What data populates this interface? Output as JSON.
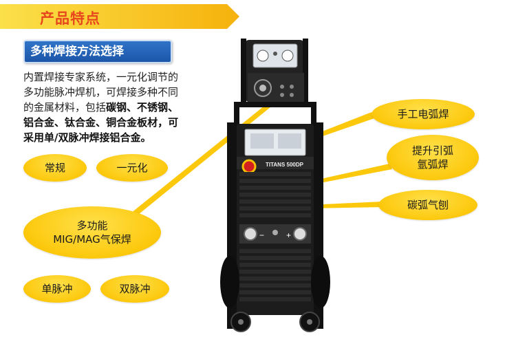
{
  "banner": {
    "title": "产品特点",
    "color": "#e8461c"
  },
  "subheading": {
    "text": "多种焊接方法选择"
  },
  "description": {
    "line1": "内置焊接专家系统，一元化调节的",
    "line2": "多功能脉冲焊机，可焊接多种不同",
    "line3_plain": "的金属材料，包括",
    "m1": "碳钢",
    "sep": "、",
    "m2": "不锈钢",
    "comma": "、",
    "m3": "铝合金",
    "m4": "钛合金",
    "m5": "铜合金板材",
    "tail": "，可",
    "line5": "采用单/双脉冲焊接铝合金。"
  },
  "features": {
    "regular": "常规",
    "unified": "一元化",
    "multi_line1": "多功能",
    "multi_line2": "MIG/MAG气保焊",
    "single_pulse": "单脉冲",
    "double_pulse": "双脉冲",
    "manual_arc": "手工电弧焊",
    "tig_line1": "提升引弧",
    "tig_line2": "氩弧焊",
    "carbon_arc": "碳弧气刨"
  },
  "machine": {
    "model": "TITANS 500DP",
    "minus": "−",
    "plus": "+"
  },
  "colors": {
    "bubble": "#fcc80c",
    "subhead": "#2366b8"
  }
}
